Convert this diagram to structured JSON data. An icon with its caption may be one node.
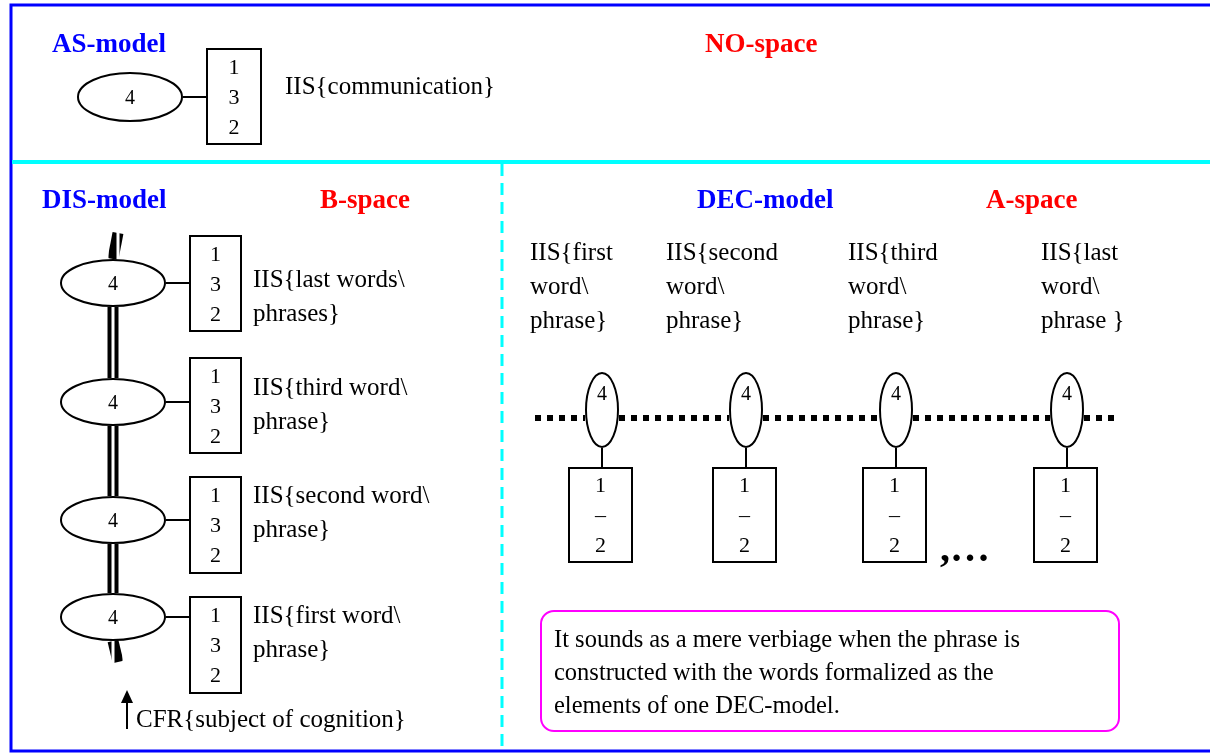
{
  "diagram": {
    "nodes": [
      {
        "text": [
          "4"
        ]
      },
      {
        "text": [
          "1 3 2"
        ],
        "beside": [
          "IIS{communication}"
        ]
      },
      {
        "text": [
          "4"
        ]
      },
      {
        "text": [
          "1 3 2"
        ],
        "beside": [
          "IIS{last words\\ phrases}"
        ]
      },
      {
        "text": [
          "4"
        ]
      },
      {
        "text": [
          "1 3 2"
        ],
        "beside": [
          "IIS{third word\\ phrase}"
        ]
      },
      {
        "text": [
          "4"
        ]
      },
      {
        "text": [
          "1 3 2"
        ],
        "beside": [
          "IIS{second word\\ phrase}"
        ]
      },
      {
        "text": [
          "4"
        ]
      },
      {
        "text": [
          "1 3 2"
        ],
        "beside": [
          "IIS{first word\\ phrase}"
        ]
      },
      {
        "text": [
          "4"
        ],
        "beside": [
          "IIS{first word\\ phrase}"
        ]
      },
      {
        "text": [
          "1 – 2"
        ]
      },
      {
        "text": [
          "4"
        ],
        "beside": [
          "IIS{second word\\ phrase}"
        ]
      },
      {
        "text": [
          "1 – 2"
        ]
      },
      {
        "text": [
          "4"
        ],
        "beside": [
          "IIS{third word\\ phrase}"
        ]
      },
      {
        "text": [
          "1 – 2"
        ]
      },
      {
        "text": [
          "4"
        ],
        "beside": [
          "IIS{last word\\ phrase }"
        ]
      },
      {
        "text": [
          "1 – 2"
        ]
      },
      {
        "text": [
          "It sounds as a mere verbiage when the phrase is constructed with the words formalized as the elements of one DEC-model."
        ]
      }
    ],
    "edges": [
      {
        "from": 0,
        "to": 1,
        "arrow": "none"
      },
      {
        "from": 2,
        "to": 3,
        "arrow": "none"
      },
      {
        "from": 4,
        "to": 5,
        "arrow": "none"
      },
      {
        "from": 6,
        "to": 7,
        "arrow": "none"
      },
      {
        "from": 8,
        "to": 9,
        "arrow": "none"
      },
      {
        "from": null,
        "to": 2,
        "arrow": "none",
        "style": "thick"
      },
      {
        "from": 2,
        "to": 4,
        "arrow": "none",
        "style": "thick"
      },
      {
        "from": 4,
        "to": 6,
        "arrow": "none",
        "style": "thick"
      },
      {
        "from": 6,
        "to": 8,
        "arrow": "none",
        "style": "thick"
      },
      {
        "from": 8,
        "to": null,
        "arrow": "none",
        "style": "thick"
      },
      {
        "from": 10,
        "to": 11,
        "arrow": "none"
      },
      {
        "from": 12,
        "to": 13,
        "arrow": "none"
      },
      {
        "from": 14,
        "to": 15,
        "arrow": "none"
      },
      {
        "from": 16,
        "to": 17,
        "arrow": "none"
      },
      {
        "from": null,
        "to": 10,
        "arrow": "none",
        "style": "dashed"
      },
      {
        "from": 10,
        "to": 12,
        "arrow": "none",
        "style": "dashed"
      },
      {
        "from": 12,
        "to": 14,
        "arrow": "none",
        "style": "dashed"
      },
      {
        "from": 14,
        "to": 16,
        "arrow": "none",
        "style": "dashed"
      },
      {
        "from": 16,
        "to": null,
        "arrow": "none",
        "style": "dashed"
      }
    ],
    "labels": [
      "AS-model",
      "NO-space",
      "DIS-model",
      "B-space",
      "DEC-model",
      "A-space",
      ",…",
      "CFR{subject of cognition}"
    ]
  }
}
